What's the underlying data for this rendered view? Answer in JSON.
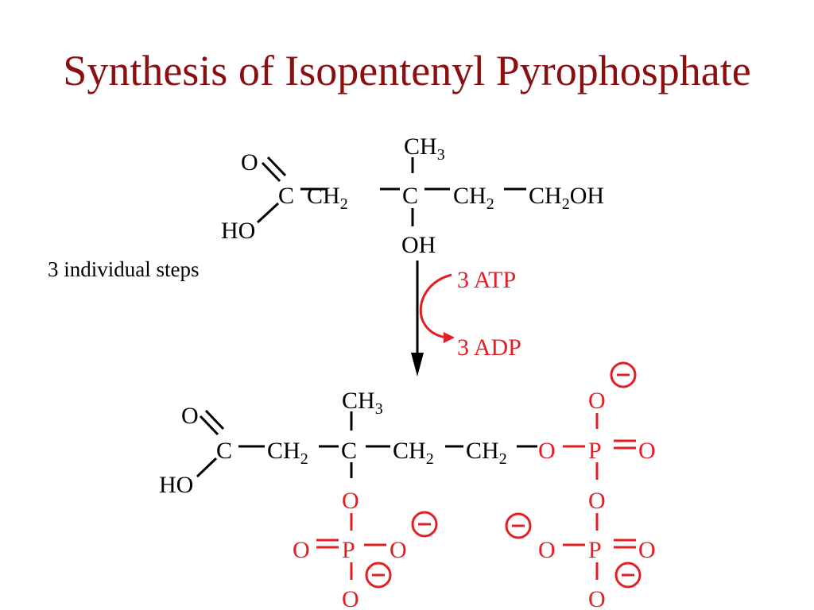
{
  "title": "Synthesis of Isopentenyl Pyrophosphate",
  "note": "3 individual steps",
  "reagents": {
    "in": "3 ATP",
    "out": "3 ADP"
  },
  "colors": {
    "title": "#8b0f0f",
    "text": "#000000",
    "accent": "#e31e24"
  },
  "atoms": {
    "O": "O",
    "HO": "HO",
    "C": "C",
    "P": "P",
    "OH": "OH",
    "CH": "CH",
    "sub2": "2",
    "sub3": "3",
    "CH2OH_tail": "OH",
    "minus": "−"
  }
}
